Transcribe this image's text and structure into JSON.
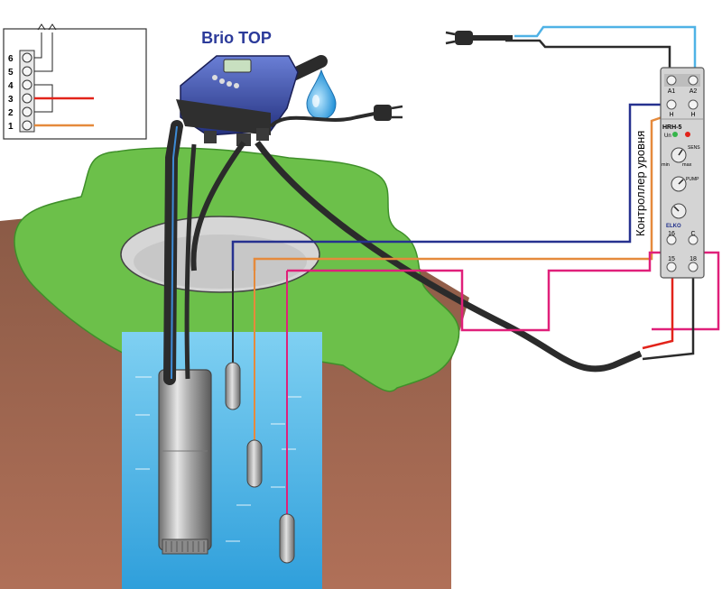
{
  "controller_title": "Brio TOP",
  "relay": {
    "vertical_label": "Контроллер уровня",
    "model": "HRH-5",
    "un_label": "Un",
    "sens_label": "SENS",
    "min_label": "min",
    "max_label": "max",
    "pump_label": "PUMP",
    "brand_label": "ELKO",
    "terminals_top": [
      "A1",
      "A2"
    ],
    "terminals_upper_mid": [
      "H",
      "H"
    ],
    "terminals_lower_mid": [
      "16",
      "C"
    ],
    "terminals_bottom": [
      "15",
      "18"
    ]
  },
  "wiring_inset": {
    "terminals": [
      "6",
      "5",
      "4",
      "3",
      "2",
      "1"
    ]
  },
  "colors": {
    "sky_blue": "#4fb2e6",
    "water": "#5cc0ec",
    "soil": "#a56a50",
    "grass": "#6cc04a",
    "red": "#e2231a",
    "orange": "#e58a3c",
    "magenta": "#e0207a",
    "navy": "#26318f",
    "cable": "#2b2b2b",
    "relay_body": "#d4d4d4",
    "pump_blue": "#3c4fa3"
  },
  "icons": [
    "water-drop-icon",
    "power-plug-icon",
    "float-switch-icon",
    "submersible-pump-icon"
  ]
}
